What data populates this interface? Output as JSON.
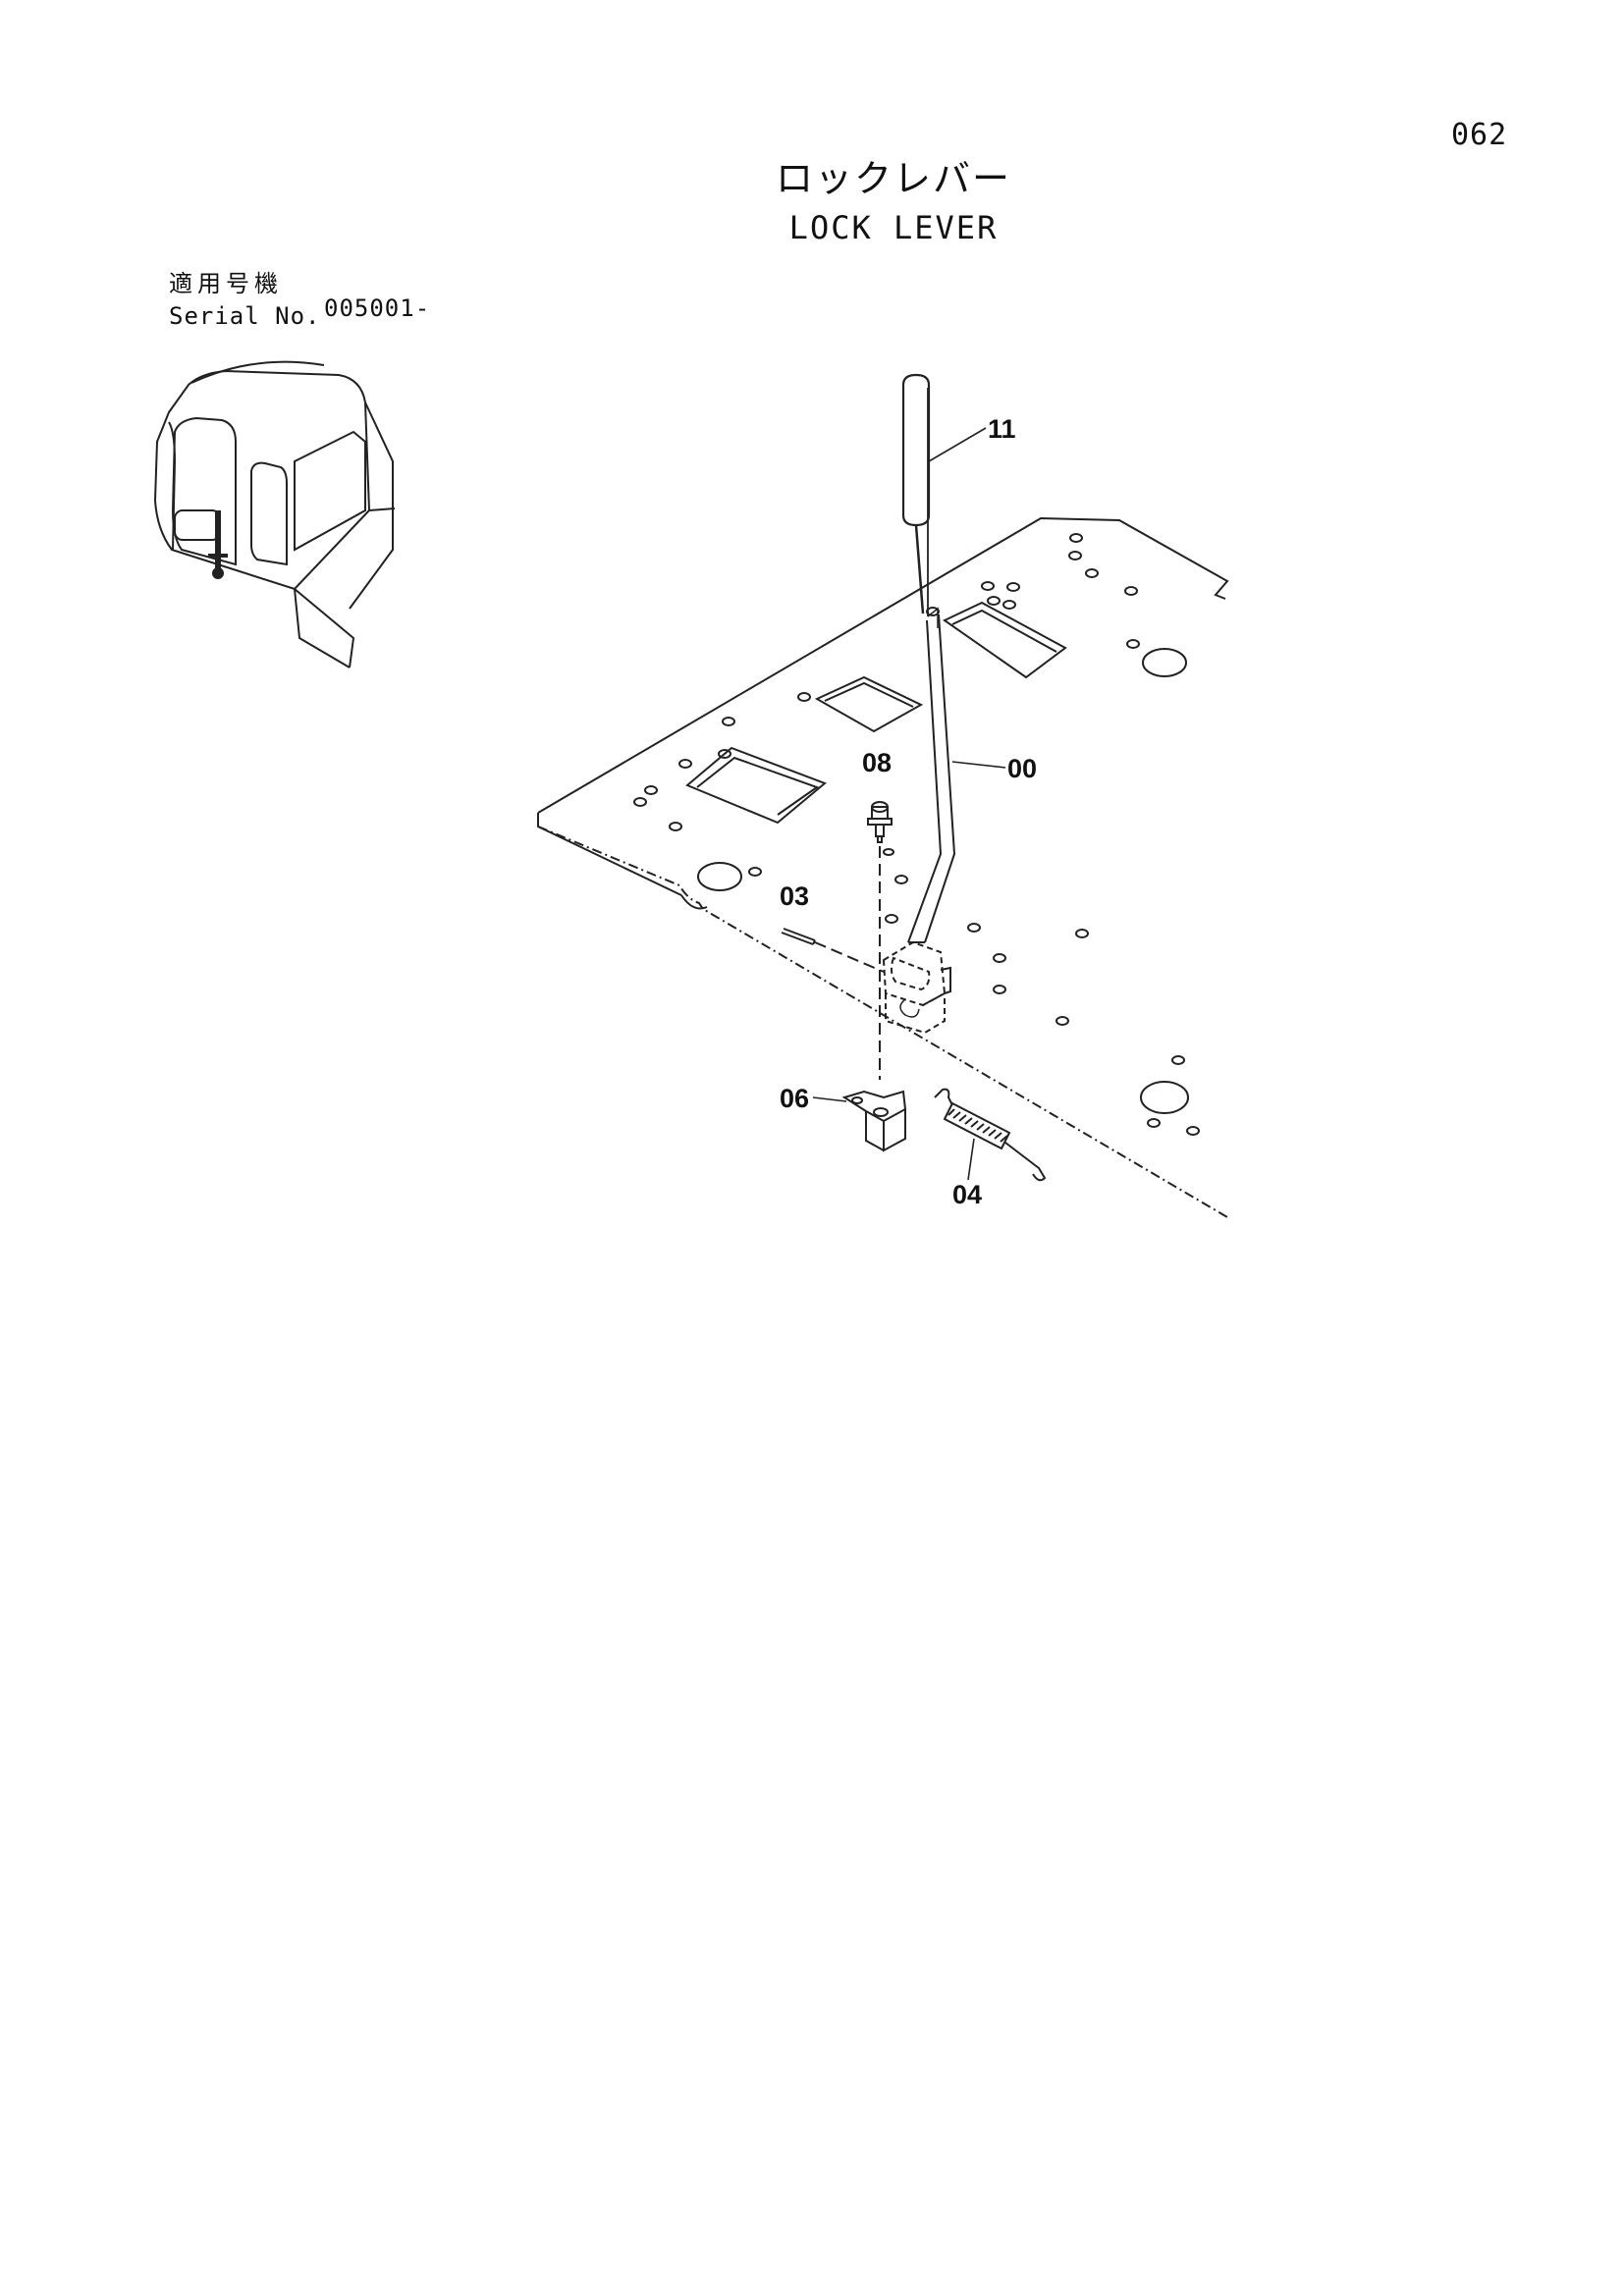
{
  "page": {
    "number": "062"
  },
  "title": {
    "japanese": "ロックレバー",
    "english": "LOCK LEVER"
  },
  "serial": {
    "label_jp": "適用号機",
    "label_en": "Serial No.",
    "value": "005001-"
  },
  "callouts": {
    "lever_grip": "11",
    "lever": "00",
    "bolt": "08",
    "pin": "03",
    "bracket": "06",
    "spring": "04"
  },
  "colors": {
    "line": "#222222",
    "paper": "#ffffff"
  }
}
